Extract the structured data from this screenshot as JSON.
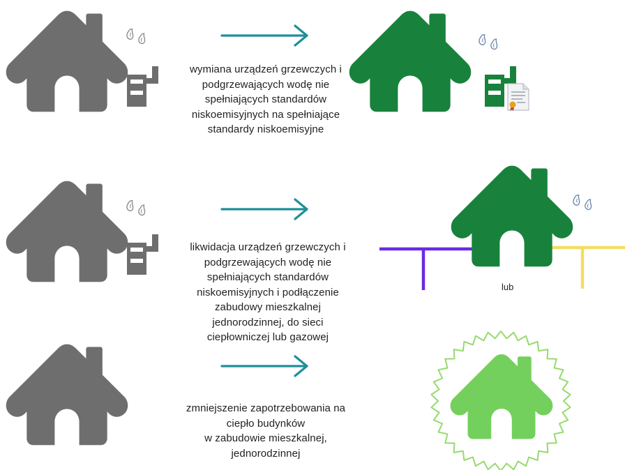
{
  "rows": [
    {
      "description": "wymiana urządzeń grzewczych i\npodgrzewających wodę nie\nspełniających standardów\nniskoemisyjnych  na spełniające\nstandardy niskoemisyjne"
    },
    {
      "description": "likwidacja  urządzeń grzewczych i\npodgrzewających wodę nie\nspełniających standardów\nniskoemisyjnych  i podłączenie\nzabudowy mieszkalnej\njednorodzinnej, do sieci\nciepłowniczej lub gazowej",
      "network_label": "lub"
    },
    {
      "description": "zmniejszenie zapotrzebowania na\nciepło budynków\nw zabudowie mieszkalnej,\njednorodzinnej"
    }
  ],
  "colors": {
    "house_gray": "#6e6e6e",
    "house_green": "#18823c",
    "house_light_green": "#74d05c",
    "arrow_teal": "#1d8f99",
    "pipe_purple": "#6a2be3",
    "pipe_yellow": "#f2dd63",
    "badge_green": "#96da6e"
  },
  "icons": {
    "house": "house-icon",
    "smoke": "smoke-icon",
    "boiler": "boiler-icon",
    "certificate": "certificate-icon",
    "arrow": "arrow-right-icon",
    "badge": "badge-icon"
  }
}
